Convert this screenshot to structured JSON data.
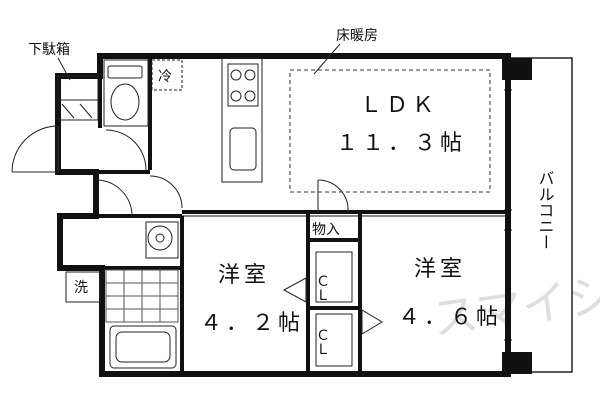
{
  "labels": {
    "shoe_box": "下駄箱",
    "floor_heating": "床暖房",
    "fridge": "冷",
    "ldk_name": "ＬＤＫ",
    "ldk_size": "１１．３帖",
    "storage": "物入",
    "closet": "ＣＬ",
    "room1_name": "洋室",
    "room1_size": "４．２帖",
    "room2_name": "洋室",
    "room2_size": "４．６帖",
    "laundry": "洗",
    "balcony": "バルコニー",
    "watermark": "スマイショップ"
  },
  "colors": {
    "wall": "#111111",
    "line": "#222222",
    "watermark": "#d6d6d6",
    "tile": "#555555"
  }
}
